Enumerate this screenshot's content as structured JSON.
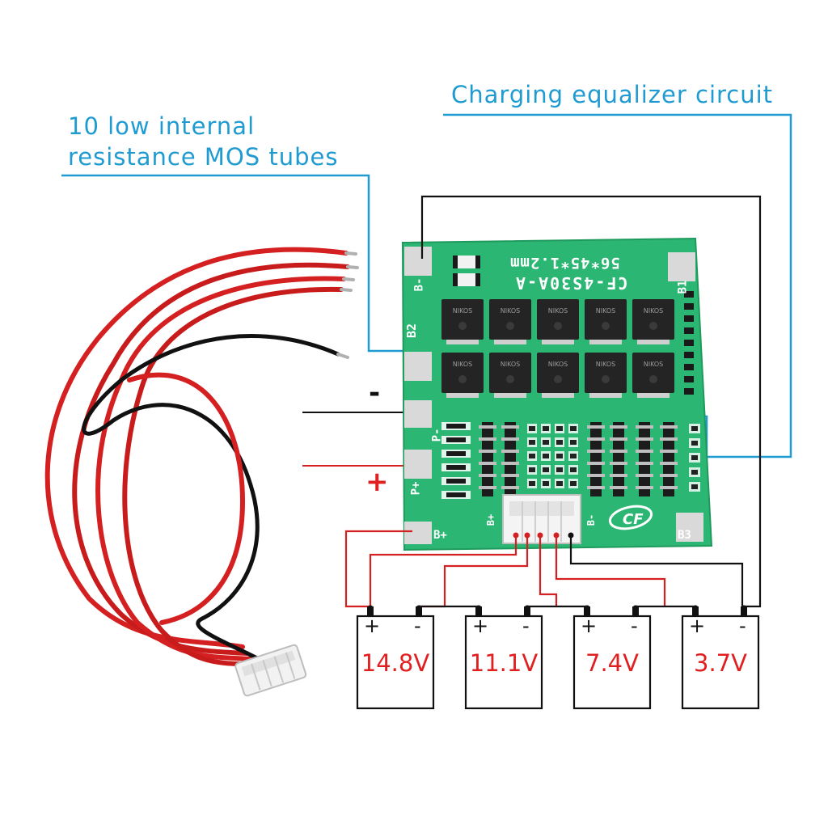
{
  "callouts": {
    "equalizer": "Charging equalizer circuit",
    "mos_line1": "10 low internal",
    "mos_line2": "resistance MOS tubes"
  },
  "poles": {
    "minus": "-",
    "plus": "+"
  },
  "board": {
    "size_text": "56*45*1.2mm",
    "model_text": "CF-4S30A-A",
    "pads": {
      "b_minus": "B-",
      "b1": "B1",
      "b2": "B2",
      "p_minus": "P-",
      "p_plus": "P+",
      "b_plus": "B+",
      "b3": "B3",
      "conn_b_plus": "B+",
      "conn_b_minus": "B-"
    },
    "logo": "CF",
    "mosfet_marking": "NIKOS",
    "mosfet_count": 10
  },
  "batteries": [
    {
      "voltage": "14.8V",
      "plus": "+",
      "minus": "-"
    },
    {
      "voltage": "11.1V",
      "plus": "+",
      "minus": "-"
    },
    {
      "voltage": "7.4V",
      "plus": "+",
      "minus": "-"
    },
    {
      "voltage": "3.7V",
      "plus": "+",
      "minus": "-"
    }
  ],
  "colors": {
    "callout": "#1f9bd1",
    "pcb": "#2bb673",
    "wire_red": "#d42020",
    "wire_black": "#111111",
    "silk": "#ffffff",
    "voltage_text": "#e02020"
  }
}
